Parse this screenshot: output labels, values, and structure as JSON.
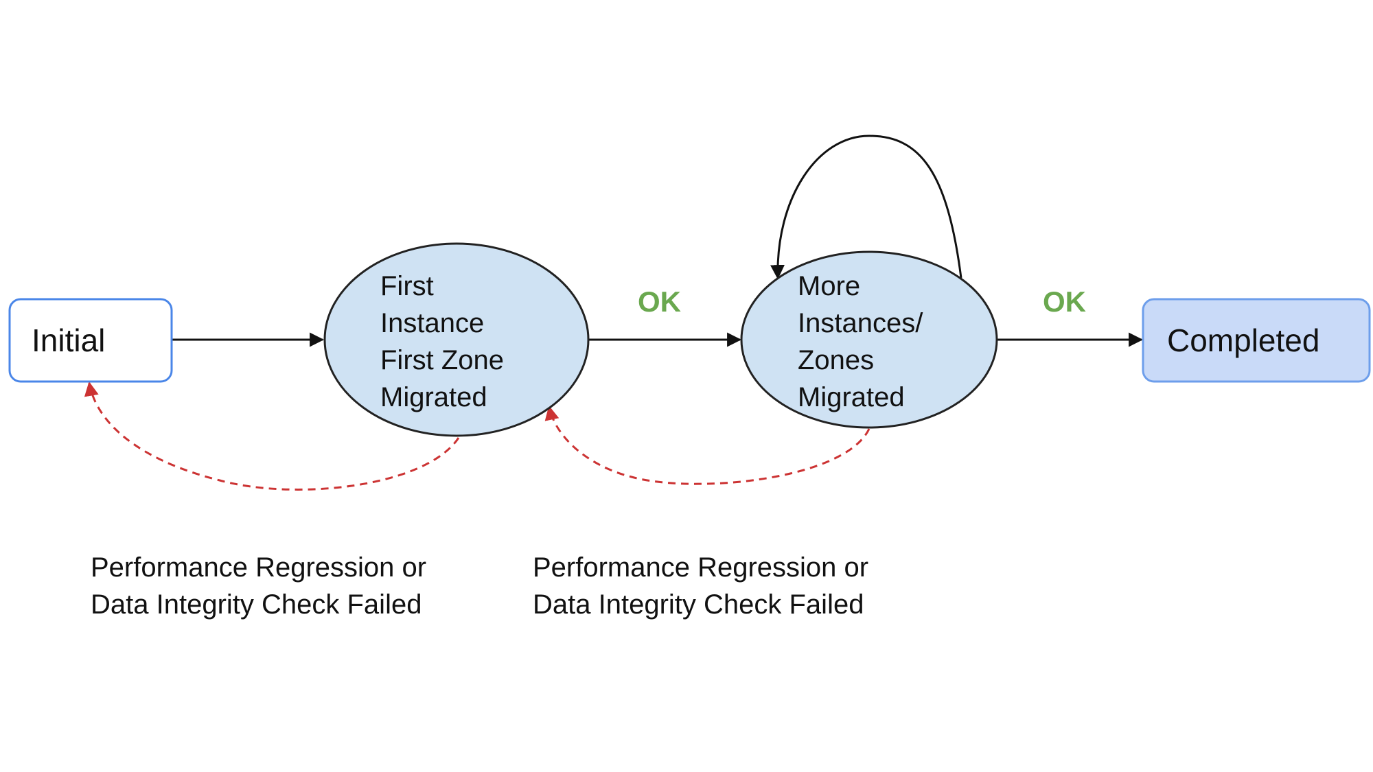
{
  "nodes": {
    "initial": {
      "label": "Initial"
    },
    "first_migrated": {
      "lines": [
        "First",
        "Instance",
        "First Zone",
        "Migrated"
      ]
    },
    "more_migrated": {
      "lines": [
        "More",
        "Instances/",
        "Zones",
        "Migrated"
      ]
    },
    "completed": {
      "label": "Completed"
    }
  },
  "transitions": {
    "ok_1": "OK",
    "ok_2": "OK"
  },
  "failures": {
    "left": {
      "lines": [
        "Performance Regression or",
        "Data Integrity Check Failed"
      ]
    },
    "right": {
      "lines": [
        "Performance Regression or",
        "Data Integrity Check Failed"
      ]
    }
  },
  "colors": {
    "initial_border": "#4a86e8",
    "initial_fill": "#ffffff",
    "completed_border": "#6d9eeb",
    "completed_fill": "#c9daf8",
    "ellipse_fill": "#cfe2f3",
    "ellipse_stroke": "#222222",
    "ok_text": "#6aa84f",
    "failure_arrow": "#cc3333",
    "arrow": "#111111"
  }
}
